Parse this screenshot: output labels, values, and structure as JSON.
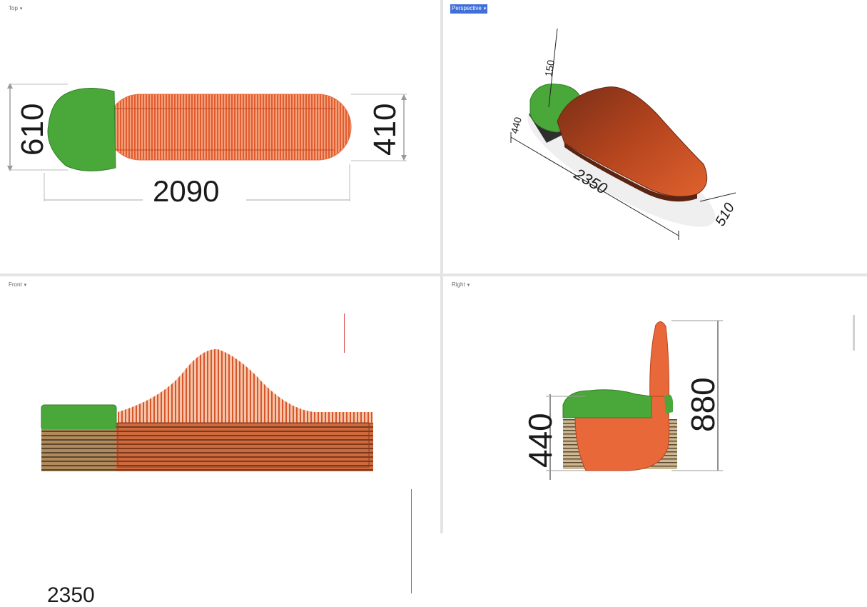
{
  "viewports": {
    "top": {
      "label": "Top",
      "dims": {
        "width": "2090",
        "depth_left": "610",
        "depth_right": "410"
      }
    },
    "perspective": {
      "label": "Perspective",
      "dims": {
        "length": "2350",
        "width": "510",
        "small_a": "150",
        "small_b": "440"
      }
    },
    "front": {
      "label": "Front",
      "dims": {
        "cut_off": "2350"
      }
    },
    "right": {
      "label": "Right",
      "dims": {
        "seat_height": "440",
        "total_height": "880"
      }
    }
  },
  "colors": {
    "green": "#4aa83a",
    "green_dark": "#2f7f25",
    "orange": "#e8683a",
    "orange_light": "#f0905e",
    "brown": "#8a3e22",
    "active_label": "#3f6fd8"
  }
}
